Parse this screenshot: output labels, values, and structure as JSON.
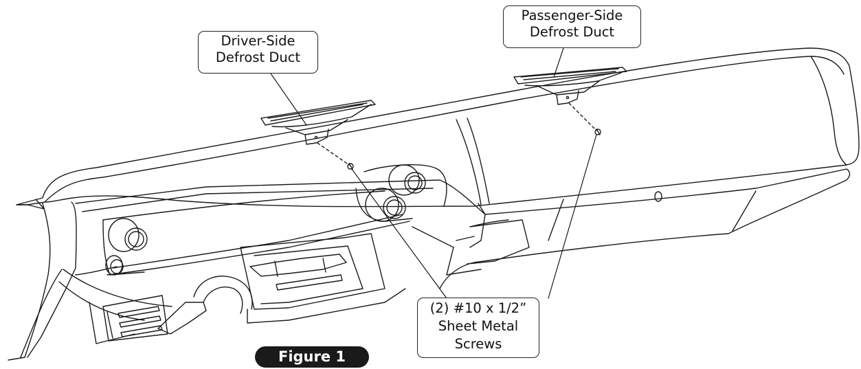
{
  "callouts": {
    "driver_duct": {
      "line1": "Driver-Side",
      "line2": "Defrost Duct"
    },
    "passenger_duct": {
      "line1": "Passenger-Side",
      "line2": "Defrost Duct"
    },
    "screws": {
      "line1": "(2) #10 x 1/2”",
      "line2": "Sheet Metal",
      "line3": "Screws"
    }
  },
  "figure_label": "Figure 1"
}
